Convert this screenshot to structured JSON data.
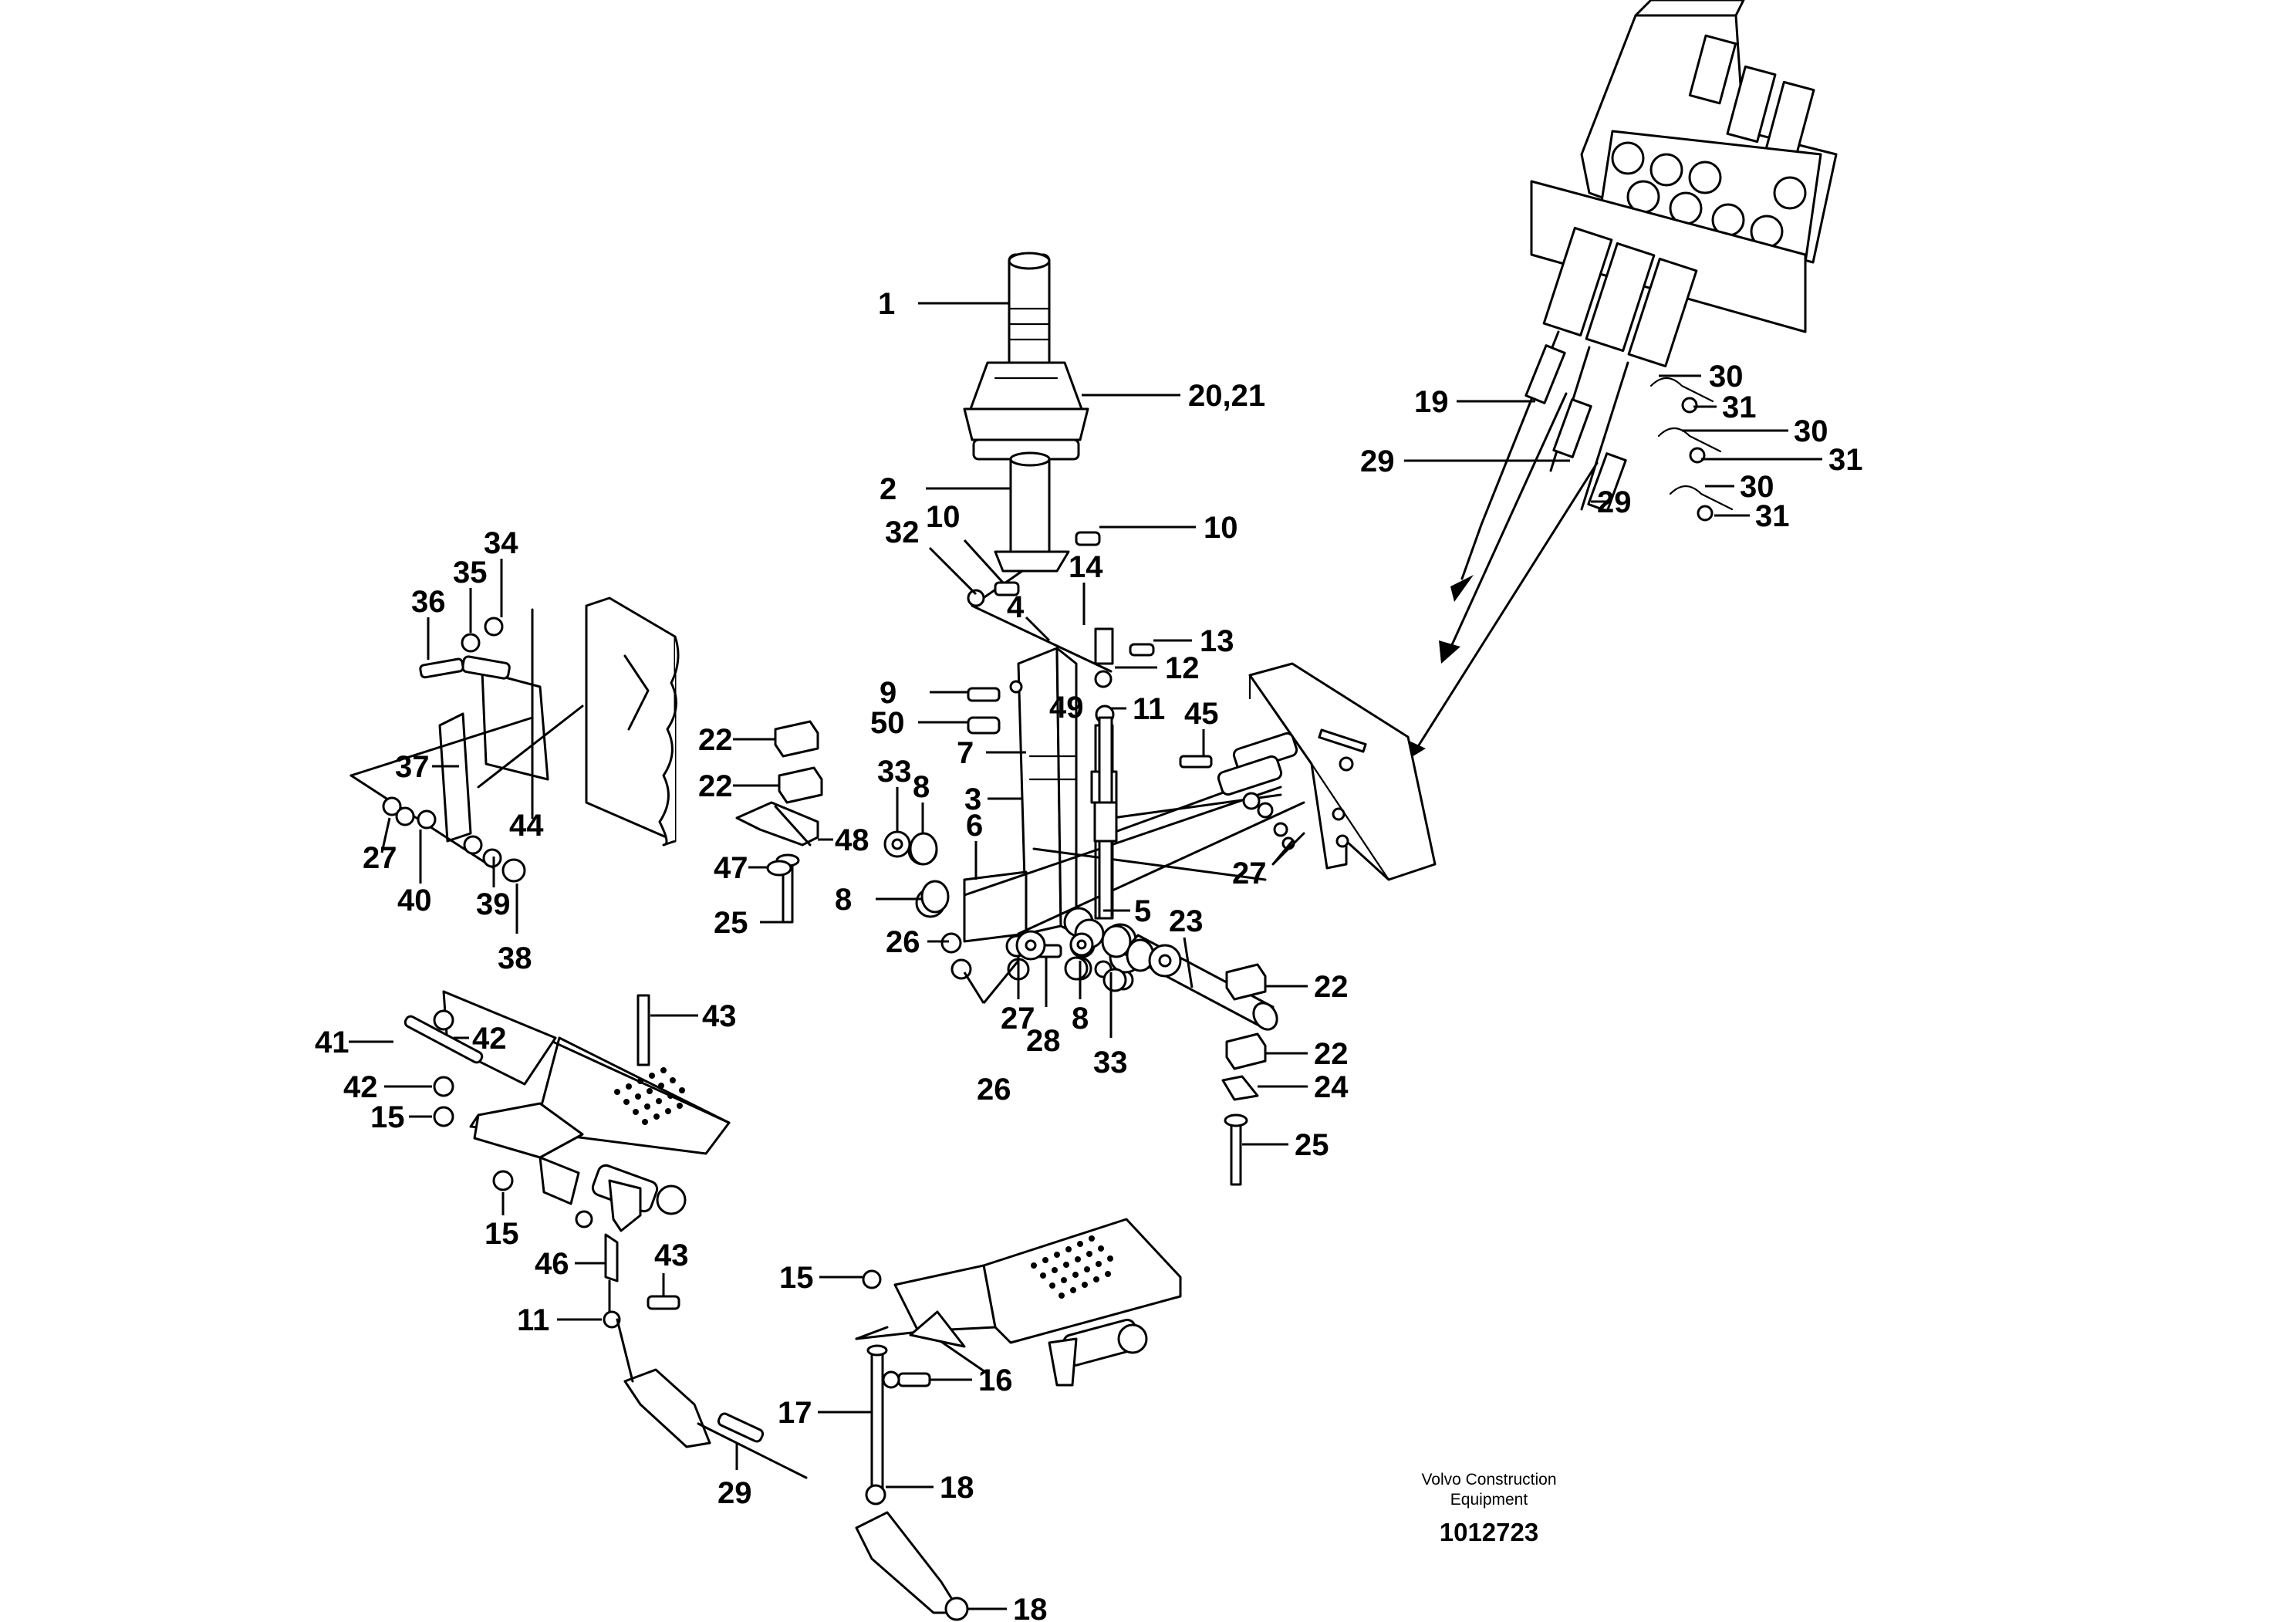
{
  "credit": {
    "line1": "Volvo Construction",
    "line2": "Equipment",
    "number": "1012723"
  },
  "callouts": [
    "1",
    "20,21",
    "2",
    "10",
    "10",
    "32",
    "14",
    "4",
    "13",
    "9",
    "12",
    "49",
    "11",
    "50",
    "45",
    "7",
    "22",
    "22",
    "33",
    "8",
    "3",
    "48",
    "6",
    "47",
    "25",
    "8",
    "5",
    "26",
    "27",
    "28",
    "8",
    "33",
    "23",
    "22",
    "22",
    "24",
    "25",
    "26",
    "34",
    "35",
    "36",
    "37",
    "44",
    "27",
    "40",
    "39",
    "38",
    "41",
    "42",
    "43",
    "42",
    "15",
    "15",
    "46",
    "43",
    "11",
    "29",
    "15",
    "16",
    "17",
    "18",
    "18",
    "19",
    "30",
    "31",
    "30",
    "29",
    "31",
    "30",
    "29",
    "31",
    "27"
  ]
}
